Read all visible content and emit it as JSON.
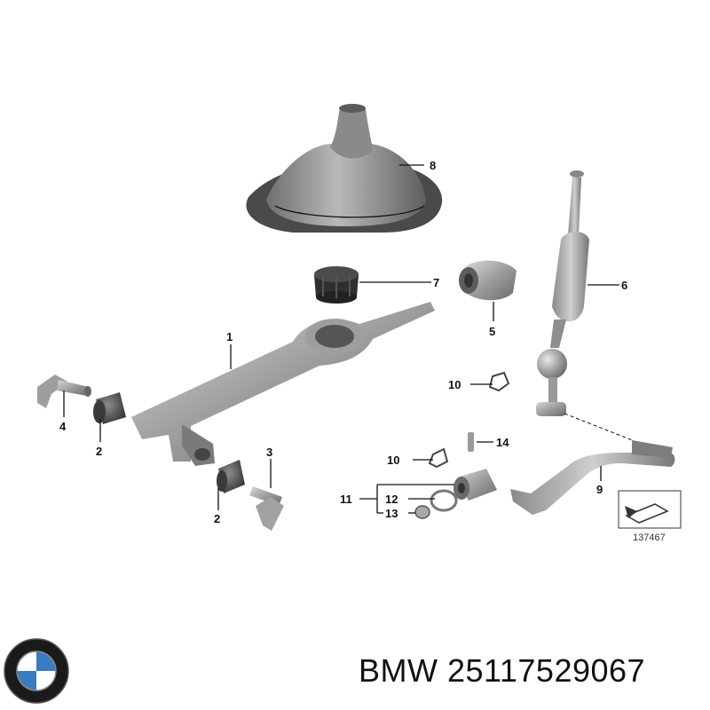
{
  "callouts": {
    "c1": "1",
    "c2a": "2",
    "c2b": "2",
    "c3": "3",
    "c4": "4",
    "c5": "5",
    "c6": "6",
    "c7": "7",
    "c8": "8",
    "c9": "9",
    "c10a": "10",
    "c10b": "10",
    "c11": "11",
    "c12": "12",
    "c13": "13",
    "c14": "14"
  },
  "diagram_ref": "137467",
  "part_label": "BMW 25117529067",
  "logo": {
    "brand": "BMW",
    "colors": {
      "blue": "#3a7cc1",
      "ring": "#1a1a1a"
    }
  }
}
